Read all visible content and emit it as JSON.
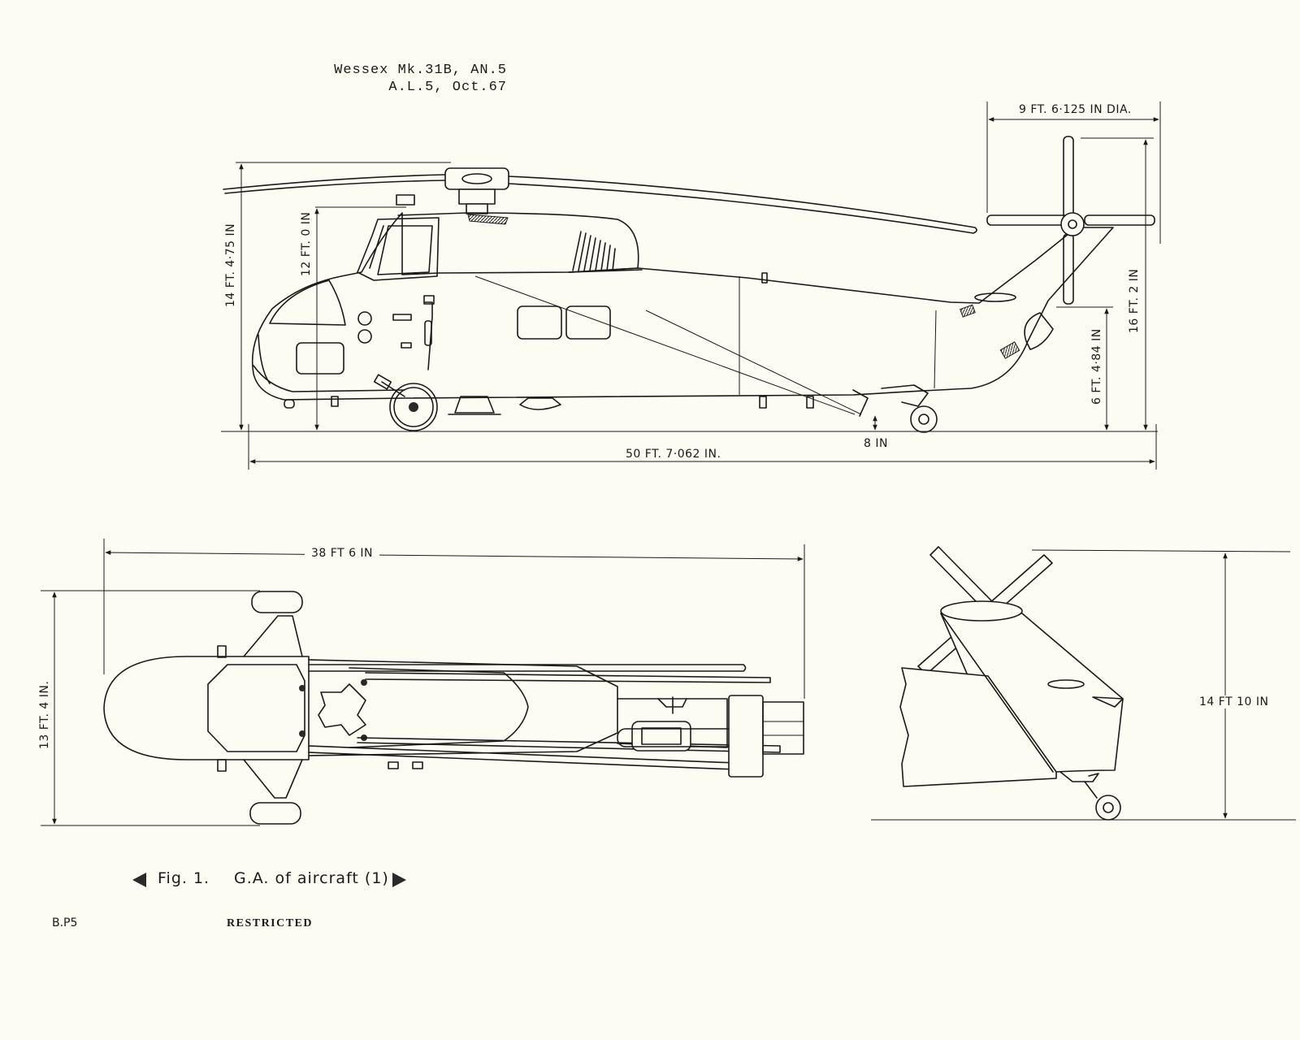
{
  "header": {
    "line1": "Wessex Mk.31B, AN.5",
    "line2": "A.L.5, Oct.67"
  },
  "side_view": {
    "rotor_dia": "9 FT. 6·125 IN DIA.",
    "overall_height": "14 FT. 4·75 IN",
    "cabin_height": "12 FT. 0 IN",
    "tail_height": "16 FT. 2 IN",
    "tail_boom_height": "6 FT. 4·84 IN",
    "ground_clearance": "8 IN",
    "overall_length": "50 FT. 7·062 IN."
  },
  "plan_view": {
    "length": "38 FT  6 IN",
    "width": "13 FT. 4 IN."
  },
  "front_view": {
    "height": "14 FT  10 IN"
  },
  "caption": {
    "fig": "Fig. 1.",
    "title": "G.A. of aircraft (1)"
  },
  "footer": {
    "page_ref": "B.P5",
    "classification": "RESTRICTED"
  }
}
